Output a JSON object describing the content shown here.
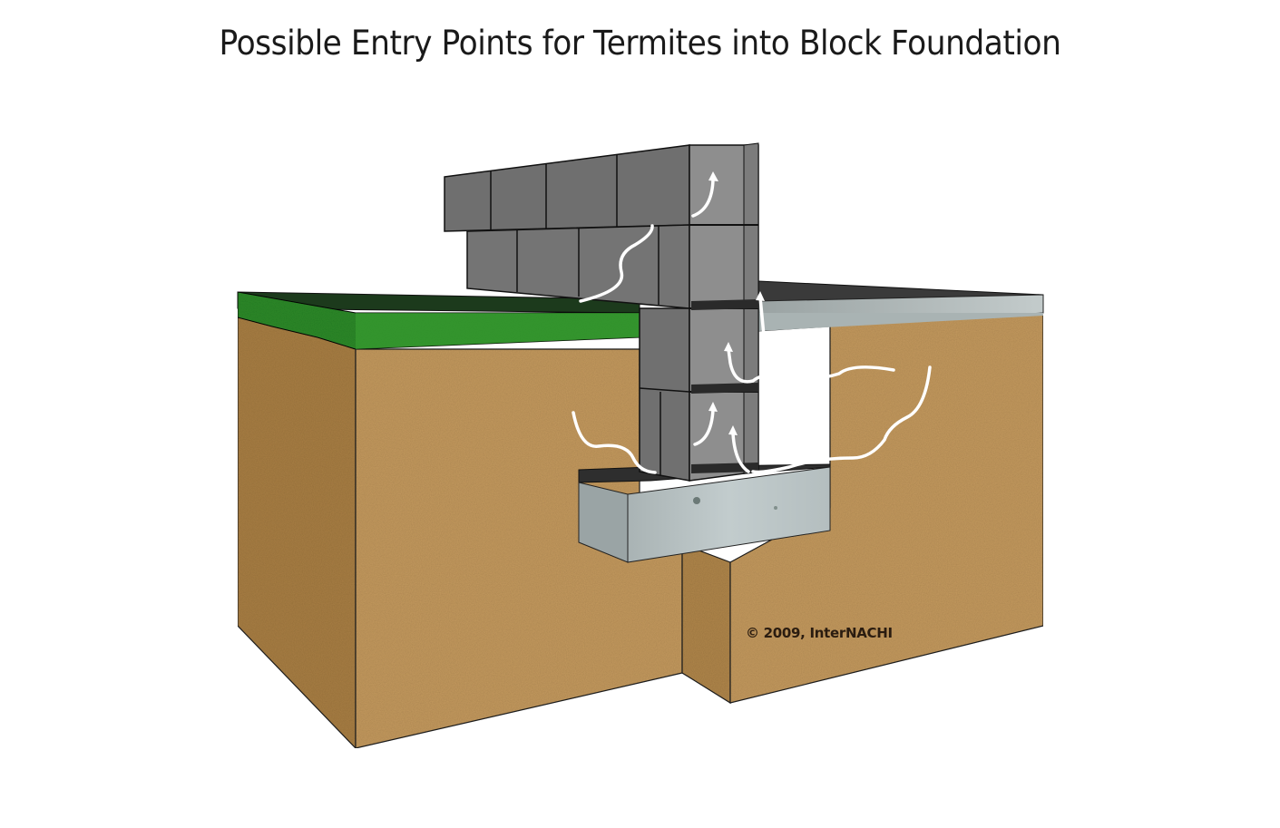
{
  "title": "Possible Entry Points for Termites into Block Foundation",
  "copyright": "© 2009, InterNACHI",
  "diagram": {
    "components": [
      {
        "name": "concrete-block-wall",
        "rows": 4,
        "label": ""
      },
      {
        "name": "grass-topsoil",
        "label": ""
      },
      {
        "name": "concrete-slab",
        "label": ""
      },
      {
        "name": "soil-block",
        "label": ""
      },
      {
        "name": "concrete-footing",
        "label": ""
      }
    ],
    "arrows_count": 8,
    "colors": {
      "soil": "#c49a5e",
      "soil_dark": "#a97f45",
      "grass": "#2f8a2a",
      "grass_top": "#1c3a1c",
      "block": "#7a7a7a",
      "block_light": "#8e8e8e",
      "slab": "#a9b3b3",
      "slab_top": "#3a3a3a",
      "footing": "#b9c3c4",
      "arrow": "#ffffff"
    }
  }
}
